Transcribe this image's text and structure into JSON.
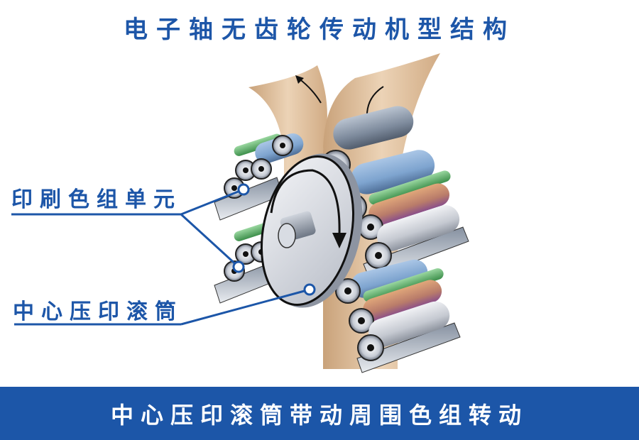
{
  "title": "电子轴无齿轮传动机型结构",
  "labels": {
    "printing_units": "印刷色组单元",
    "central_impression_drum": "中心压印滚筒"
  },
  "footer": {
    "caption": "中心压印滚筒带动周围色组转动"
  },
  "colors": {
    "accent_blue": "#1c56a8",
    "paper": "#d9b48f",
    "roller_blue": "#8fb2d8",
    "roller_green": "#5cb36a",
    "roller_gray": "#c9cdd4",
    "background": "#ffffff"
  },
  "diagram": {
    "callouts": [
      {
        "label_ref": "printing_units",
        "targets": 2
      },
      {
        "label_ref": "central_impression_drum",
        "targets": 1
      }
    ],
    "rotation_arrows": [
      "paper-in-arrow",
      "paper-out-arrow",
      "drum-rotation-arrow"
    ]
  }
}
